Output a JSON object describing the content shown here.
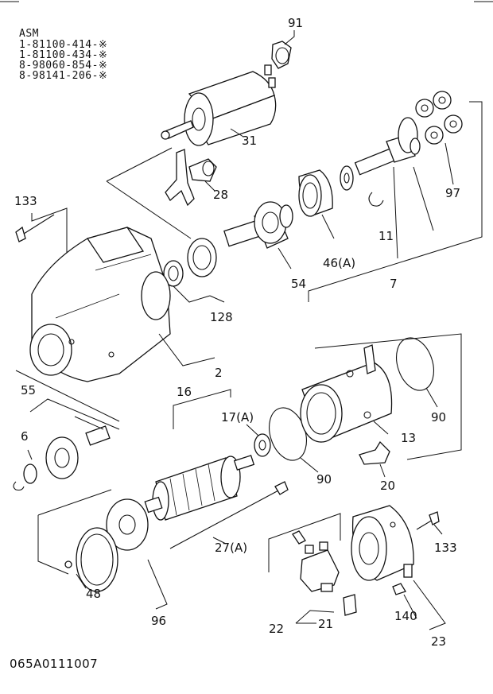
{
  "header": {
    "title": "ASM",
    "part_numbers": [
      "1-81100-414-※",
      "1-81100-434-※",
      "8-98060-854-※",
      "8-98141-206-※"
    ]
  },
  "callouts": {
    "p91": "91",
    "p31": "31",
    "p28": "28",
    "p97": "97",
    "p133a": "133",
    "p11": "11",
    "p46a": "46(A)",
    "p7": "7",
    "p54": "54",
    "p128": "128",
    "p2": "2",
    "p55": "55",
    "p6": "6",
    "p16": "16",
    "p17a": "17(A)",
    "p90a": "90",
    "p90b": "90",
    "p13": "13",
    "p20": "20",
    "p27a": "27(A)",
    "p133b": "133",
    "p48": "48",
    "p96": "96",
    "p22": "22",
    "p21": "21",
    "p140": "140",
    "p23": "23"
  },
  "diagram_code": "065A0111007"
}
